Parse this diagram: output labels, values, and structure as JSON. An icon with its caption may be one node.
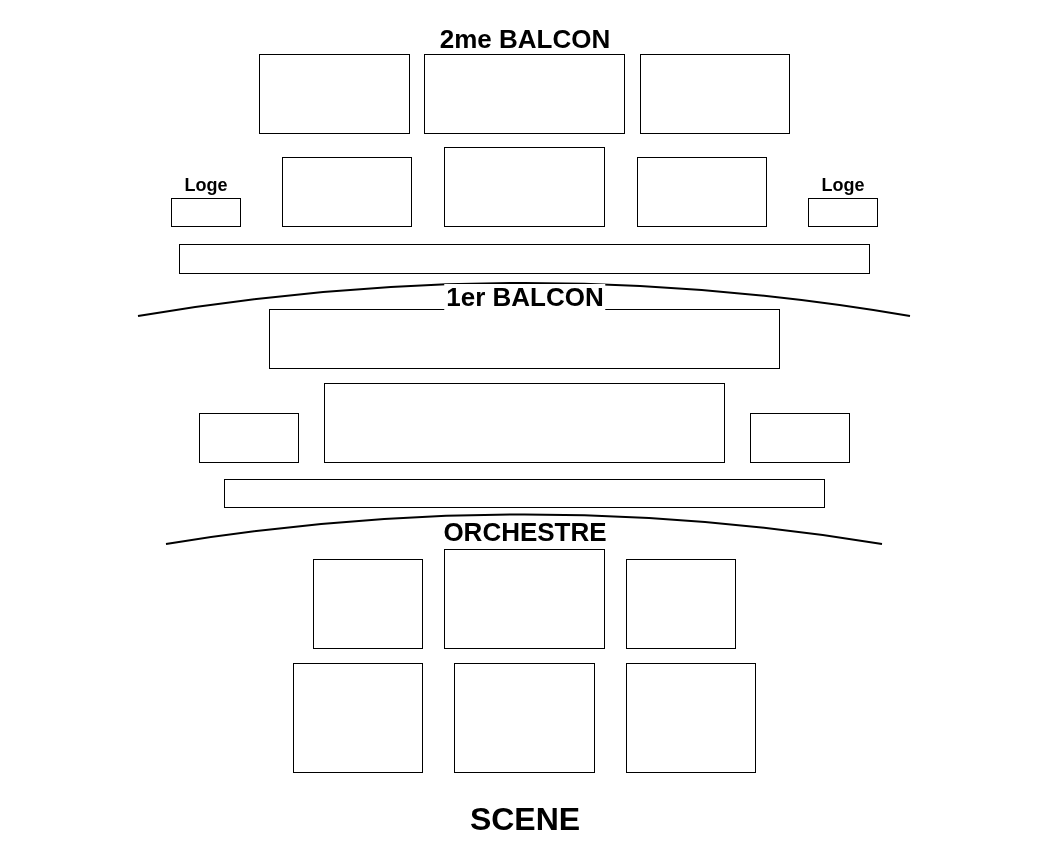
{
  "diagram": {
    "nodes": [
      {
        "text": [],
        "shape": "box"
      },
      {
        "text": [],
        "shape": "box"
      },
      {
        "text": [],
        "shape": "box"
      },
      {
        "text": [
          "Loge"
        ]
      },
      {
        "text": [],
        "shape": "box"
      },
      {
        "text": [],
        "shape": "box"
      },
      {
        "text": [],
        "shape": "box"
      },
      {
        "text": [
          "Loge"
        ]
      },
      {
        "text": [],
        "shape": "box"
      },
      {
        "text": [],
        "shape": "box"
      },
      {
        "text": [],
        "shape": "box"
      },
      {
        "text": [],
        "shape": "box"
      },
      {
        "text": [],
        "shape": "box"
      },
      {
        "text": [],
        "shape": "box"
      },
      {
        "text": [],
        "shape": "box"
      },
      {
        "text": [],
        "shape": "box"
      },
      {
        "text": [],
        "shape": "box"
      },
      {
        "text": [],
        "shape": "box"
      },
      {
        "text": [],
        "shape": "box"
      },
      {
        "text": [],
        "shape": "box"
      }
    ],
    "labels": [
      "2me BALCON",
      "1er BALCON",
      "ORCHESTRE",
      "SCENE"
    ]
  }
}
